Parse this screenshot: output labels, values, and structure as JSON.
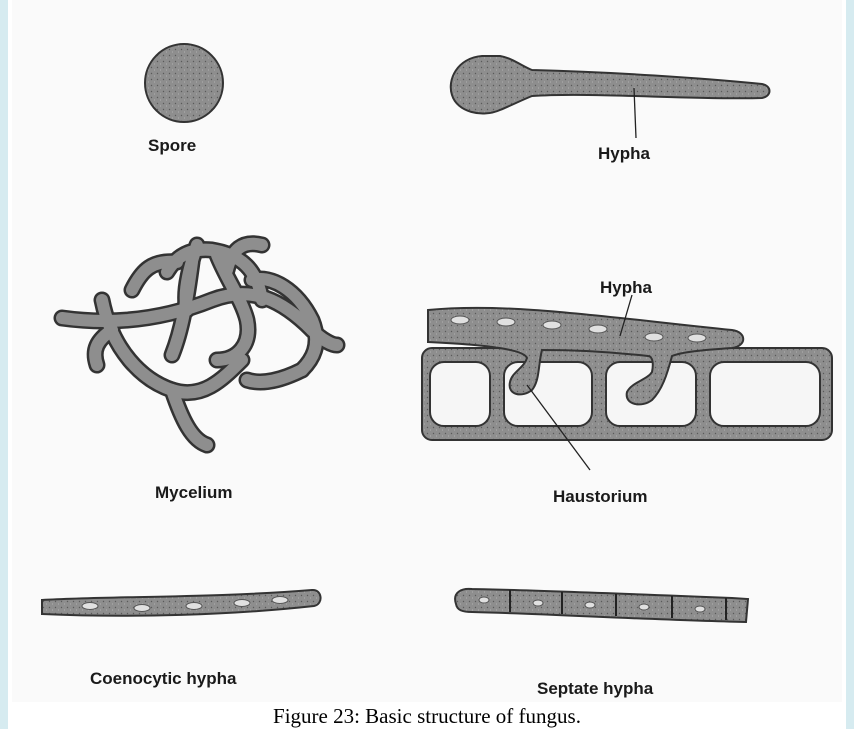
{
  "figure": {
    "labels": {
      "spore": "Spore",
      "hypha_top": "Hypha",
      "hypha_mid": "Hypha",
      "mycelium": "Mycelium",
      "haustorium": "Haustorium",
      "coenocytic": "Coenocytic hypha",
      "septate": "Septate hypha"
    },
    "caption": "Figure 23: Basic structure of fungus."
  },
  "colors": {
    "fill": "#8c8c8c",
    "stroke": "#333333",
    "nucleus": "#d9d9d9",
    "side_border": "#d6ebf0"
  }
}
